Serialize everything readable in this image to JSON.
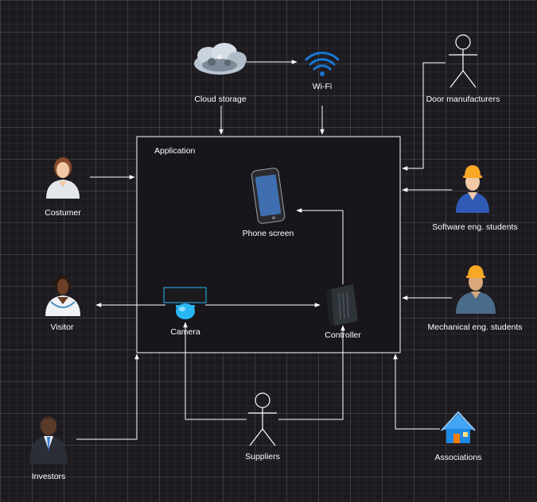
{
  "diagram": {
    "container_label": "Application",
    "nodes": {
      "cloud_storage": "Cloud storage",
      "wifi": "Wi-Fi",
      "door_manufacturers": "Door manufacturers",
      "costumer": "Costumer",
      "software_students": "Software eng. students",
      "phone_screen": "Phone screen",
      "visitor": "Visitor",
      "camera": "Camera",
      "controller": "Controller",
      "mechanical_students": "Mechanical eng. students",
      "investors": "Investors",
      "suppliers": "Suppliers",
      "associations": "Associations"
    },
    "colors": {
      "background": "#1d1b20",
      "lines": "#ffffff",
      "wifi": "#1976d2",
      "camera": "#29b6f6",
      "house": "#1e88e5",
      "helmet": "#f9a825"
    }
  }
}
